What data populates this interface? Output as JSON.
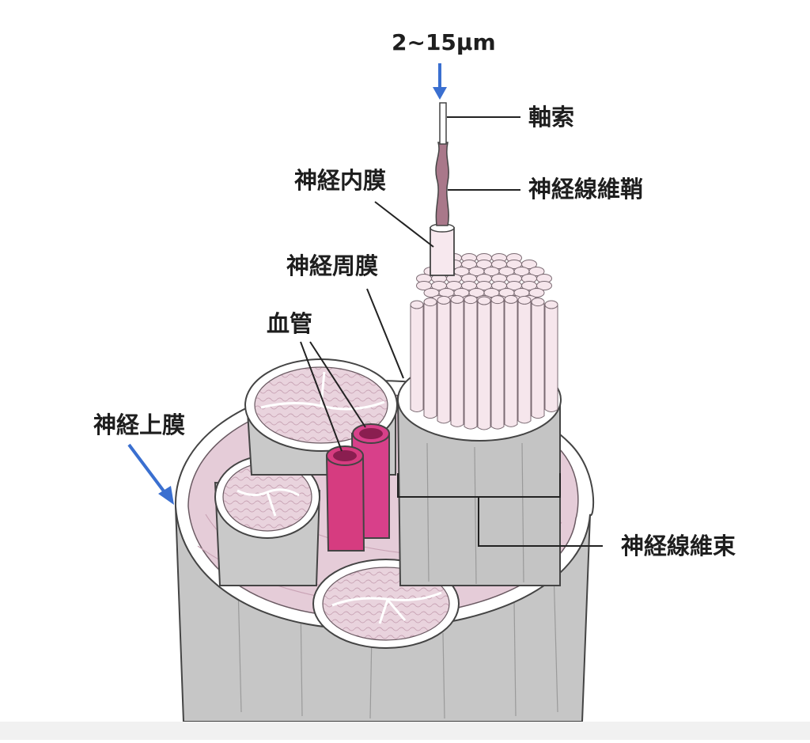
{
  "labels": {
    "size": "2~15μm",
    "axon": "軸索",
    "schwann": "神経線維鞘",
    "endoneurium": "神経内膜",
    "perineurium": "神経周膜",
    "vessel": "血管",
    "epineurium": "神経上膜",
    "fascicle": "神経線維束"
  },
  "colors": {
    "arrow": "#3a6fd0",
    "outer_trunk": "#c9c9c9",
    "epineurium_fill": "#e8d4de",
    "fiber": "#f6e6ec",
    "fascicle_core": "#e6ccd8",
    "vessel": "#d63c80",
    "schwann": "#a9788a",
    "line": "#222222"
  }
}
